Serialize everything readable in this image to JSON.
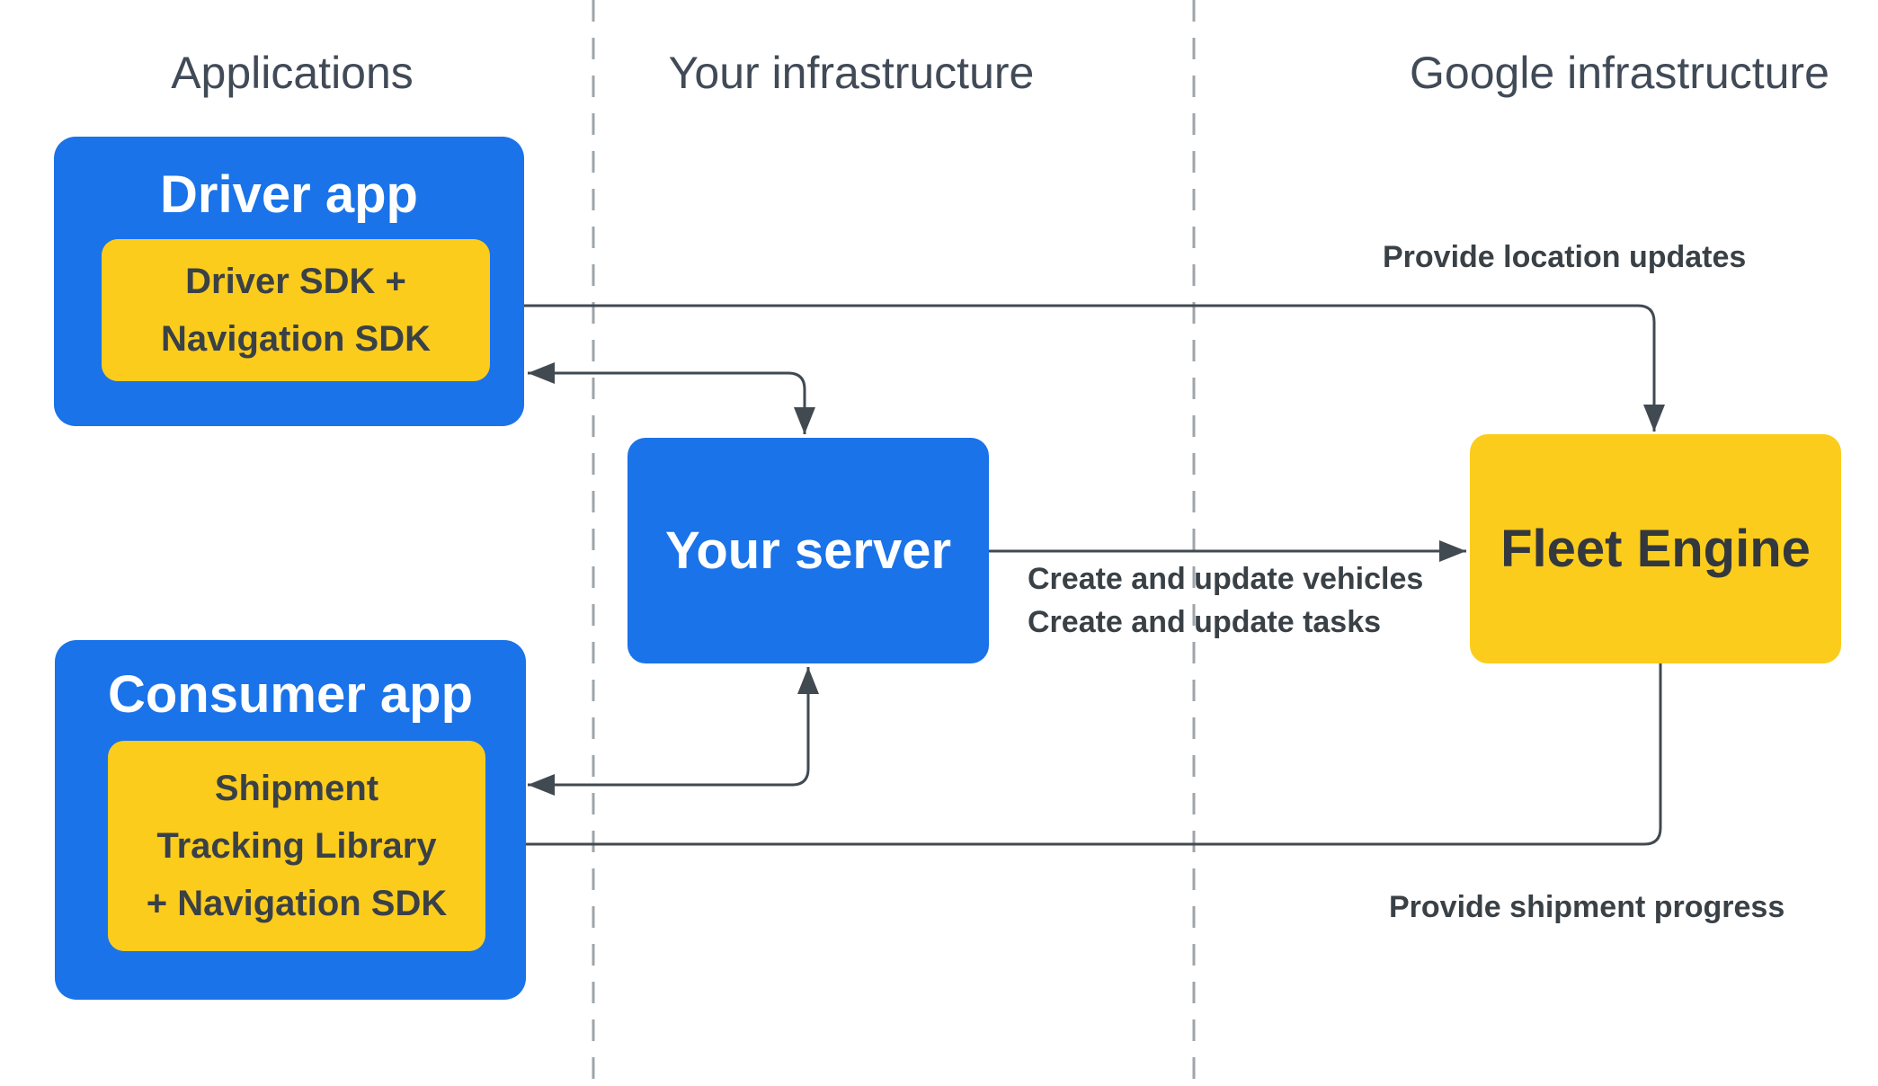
{
  "columns": [
    {
      "label": "Applications"
    },
    {
      "label": "Your infrastructure"
    },
    {
      "label": "Google infrastructure"
    }
  ],
  "nodes": {
    "driver_app": {
      "title": "Driver app",
      "component": "Driver SDK +\nNavigation SDK"
    },
    "consumer_app": {
      "title": "Consumer app",
      "component": "Shipment\nTracking Library\n+ Navigation SDK"
    },
    "your_server": {
      "title": "Your server"
    },
    "fleet_engine": {
      "title": "Fleet Engine"
    }
  },
  "edges": {
    "location_updates": {
      "label": "Provide location updates"
    },
    "create_update": {
      "label": "Create and update vehicles\nCreate and update tasks"
    },
    "shipment_progress": {
      "label": "Provide shipment progress"
    }
  },
  "colors": {
    "app_blue": "#1A73E8",
    "sdk_yellow": "#FCCC1D",
    "connector_dark": "#414951",
    "divider_gray": "#9EA4AA",
    "label_text": "#3A4146",
    "header_text": "#414A57",
    "title_on_blue": "#FFFFFF"
  }
}
